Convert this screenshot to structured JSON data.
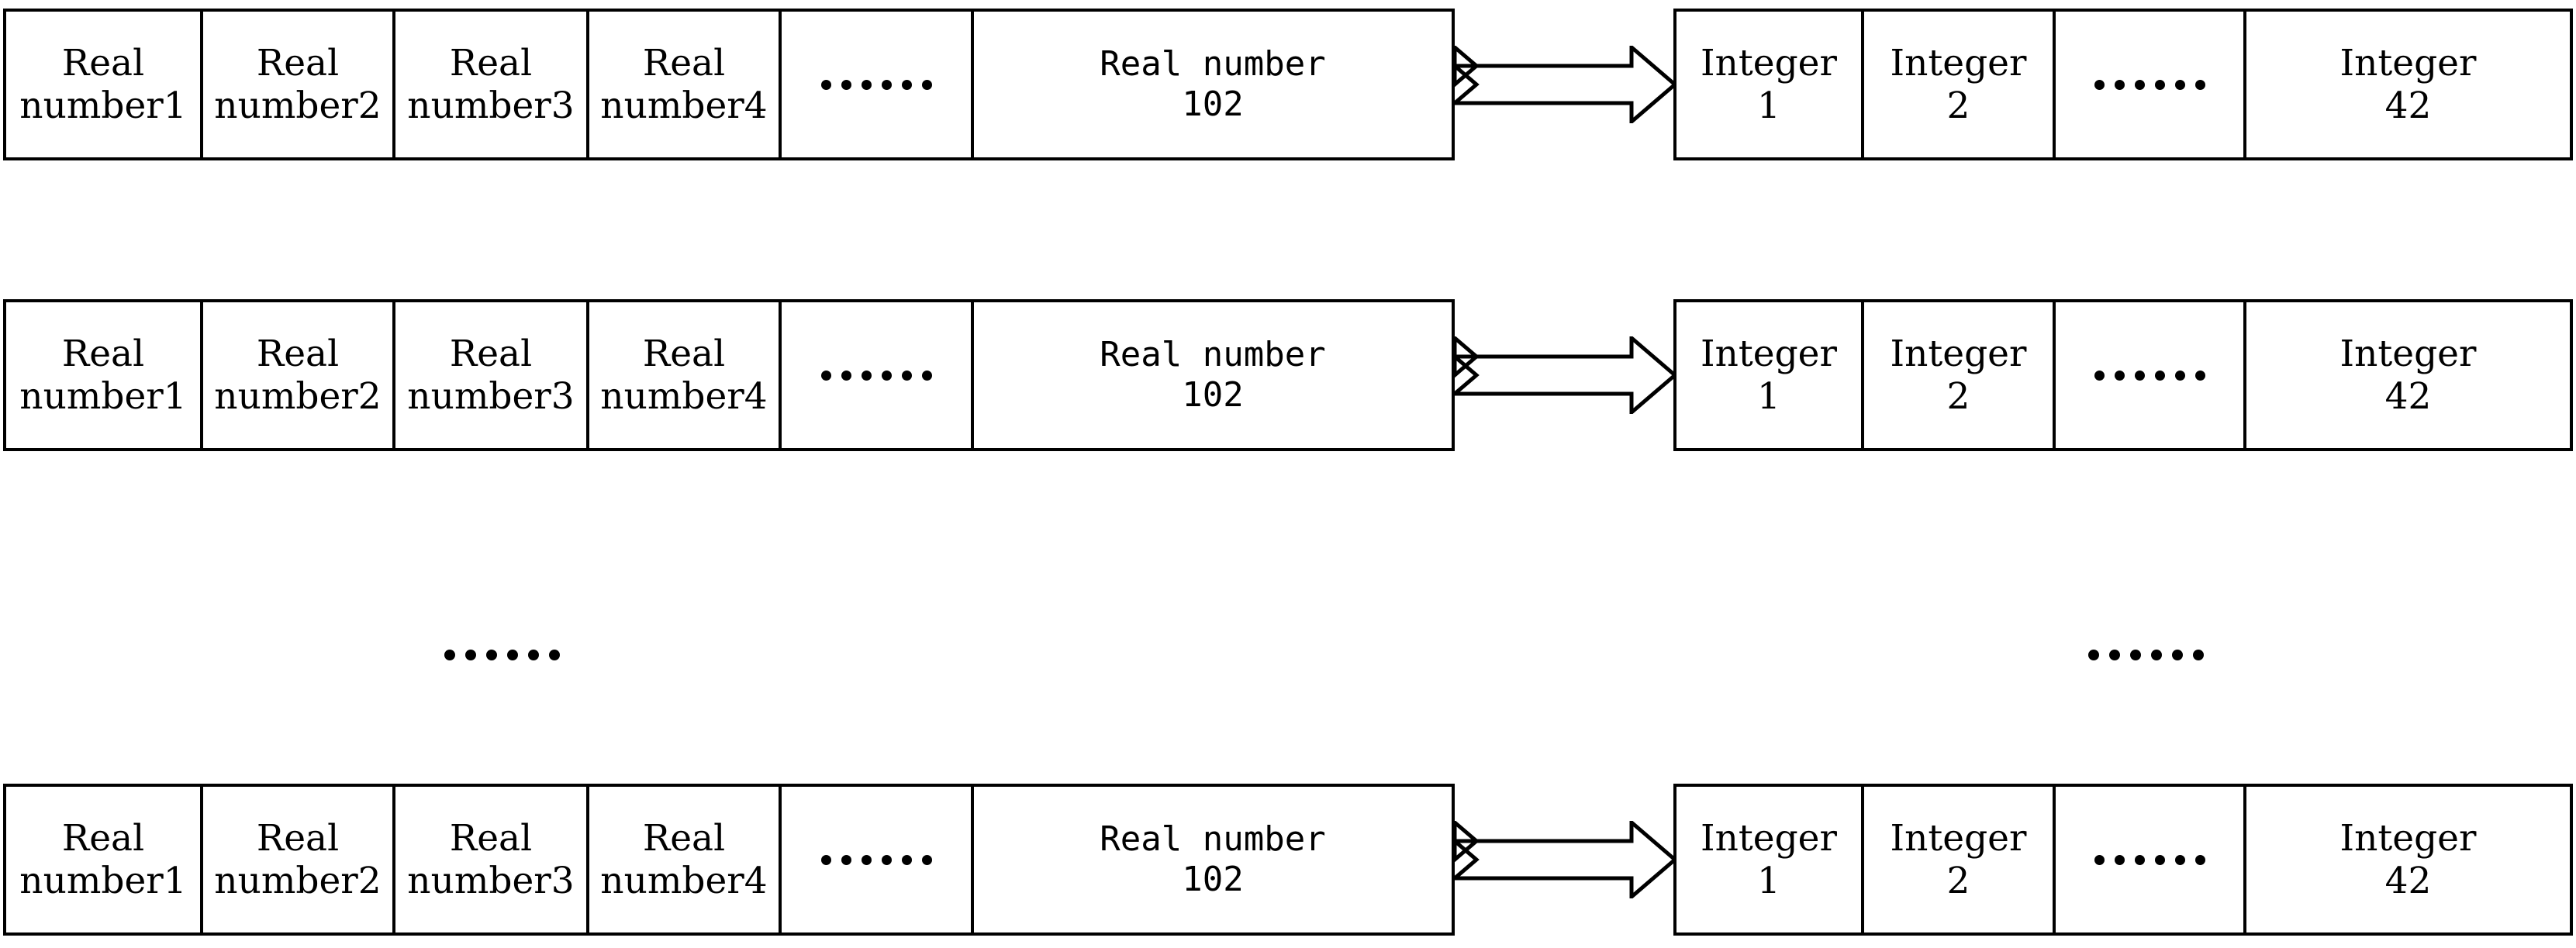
{
  "diagram": {
    "type": "array-mapping-diagram",
    "ellipsis_glyph": "......",
    "rows": [
      {
        "id": "row-1",
        "source_table": {
          "name": "real-number-array",
          "cells": [
            {
              "line1": "Real",
              "line2": "number1"
            },
            {
              "line1": "Real",
              "line2": "number2"
            },
            {
              "line1": "Real",
              "line2": "number3"
            },
            {
              "line1": "Real",
              "line2": "number4"
            },
            {
              "line1": "......",
              "line2": ""
            },
            {
              "line1": "Real number",
              "line2": "102"
            }
          ]
        },
        "arrow": {
          "name": "mapping-arrow",
          "direction": "right"
        },
        "target_table": {
          "name": "integer-array",
          "cells": [
            {
              "line1": "Integer",
              "line2": "1"
            },
            {
              "line1": "Integer",
              "line2": "2"
            },
            {
              "line1": "......",
              "line2": ""
            },
            {
              "line1": "Integer",
              "line2": "42"
            }
          ]
        }
      },
      {
        "id": "row-2",
        "source_table": {
          "name": "real-number-array",
          "cells": [
            {
              "line1": "Real",
              "line2": "number1"
            },
            {
              "line1": "Real",
              "line2": "number2"
            },
            {
              "line1": "Real",
              "line2": "number3"
            },
            {
              "line1": "Real",
              "line2": "number4"
            },
            {
              "line1": "......",
              "line2": ""
            },
            {
              "line1": "Real number",
              "line2": "102"
            }
          ]
        },
        "arrow": {
          "name": "mapping-arrow",
          "direction": "right"
        },
        "target_table": {
          "name": "integer-array",
          "cells": [
            {
              "line1": "Integer",
              "line2": "1"
            },
            {
              "line1": "Integer",
              "line2": "2"
            },
            {
              "line1": "......",
              "line2": ""
            },
            {
              "line1": "Integer",
              "line2": "42"
            }
          ]
        }
      },
      {
        "id": "row-3",
        "source_table": {
          "name": "real-number-array",
          "cells": [
            {
              "line1": "Real",
              "line2": "number1"
            },
            {
              "line1": "Real",
              "line2": "number2"
            },
            {
              "line1": "Real",
              "line2": "number3"
            },
            {
              "line1": "Real",
              "line2": "number4"
            },
            {
              "line1": "......",
              "line2": ""
            },
            {
              "line1": "Real number",
              "line2": "102"
            }
          ]
        },
        "arrow": {
          "name": "mapping-arrow",
          "direction": "right"
        },
        "target_table": {
          "name": "integer-array",
          "cells": [
            {
              "line1": "Integer",
              "line2": "1"
            },
            {
              "line1": "Integer",
              "line2": "2"
            },
            {
              "line1": "......",
              "line2": ""
            },
            {
              "line1": "Integer",
              "line2": "42"
            }
          ]
        }
      }
    ],
    "vertical_continuation": {
      "left": "......",
      "right": "......"
    },
    "colors": {
      "stroke": "#000000",
      "background": "#ffffff"
    }
  }
}
